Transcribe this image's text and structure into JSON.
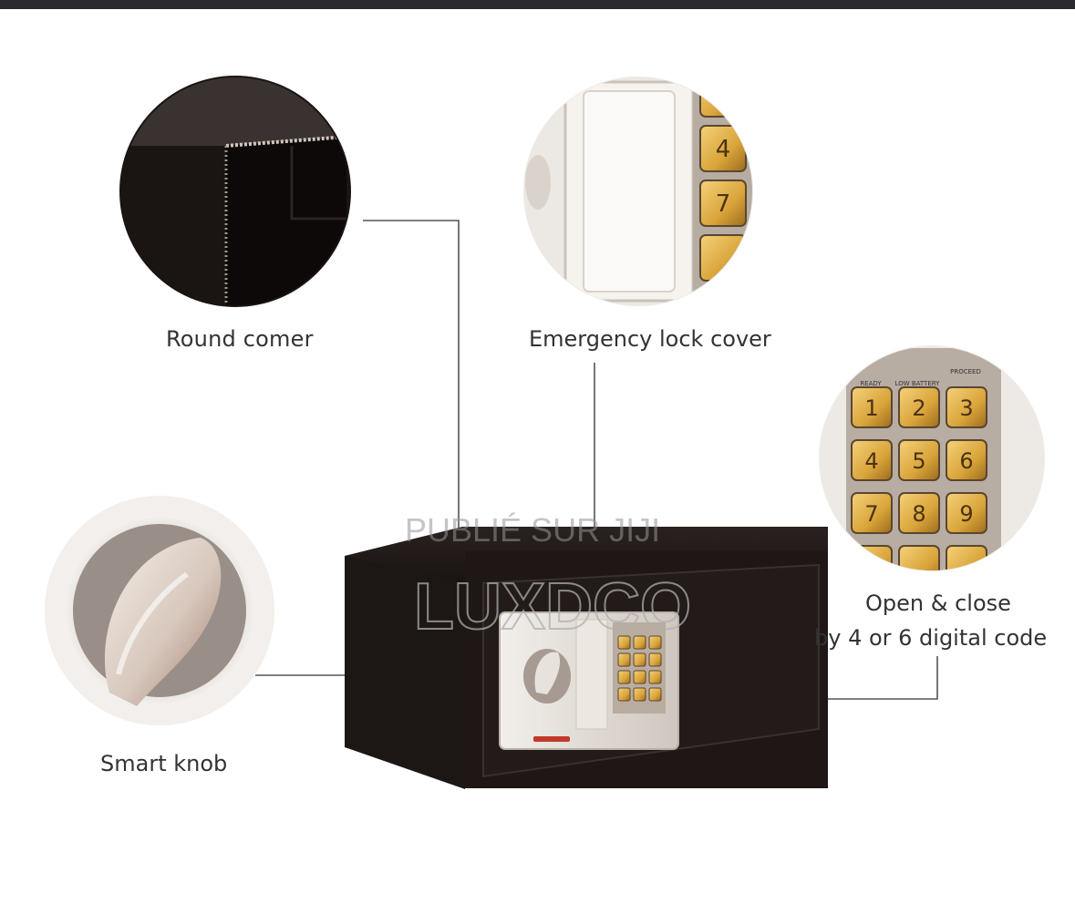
{
  "features": {
    "round_corner": "Round comer",
    "emergency_cover": "Emergency lock cover",
    "smart_knob": "Smart knob",
    "digital_code_line1": "Open & close",
    "digital_code_line2": "by 4 or 6 digital code"
  },
  "keypad": {
    "indicators": [
      "READY",
      "LOW BATTERY",
      "PROCEED"
    ],
    "keys": [
      "1",
      "2",
      "3",
      "4",
      "5",
      "6",
      "7",
      "8",
      "9"
    ],
    "partial_keys": [
      "4",
      "7"
    ]
  },
  "watermark": {
    "line1": "PUBLIÉ SUR JIJI",
    "line2": "LUXDCO"
  },
  "colors": {
    "safe_body": "#1b1513",
    "key_gold": "#d9a43a",
    "panel_silver": "#e6e1da",
    "leader_line": "#4a4a4a"
  }
}
